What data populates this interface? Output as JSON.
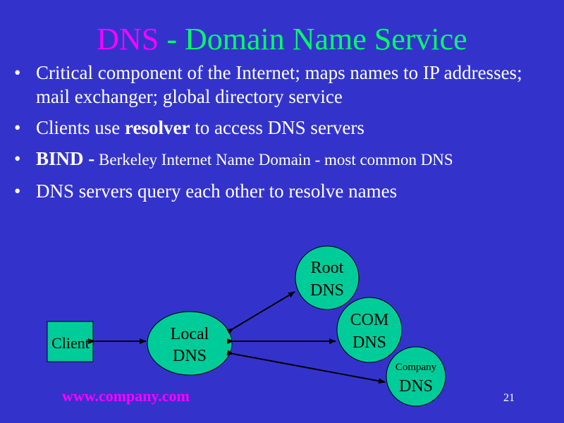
{
  "title": {
    "part1": "DNS",
    "part2": "- Domain Name Service"
  },
  "bullets": [
    {
      "text": "Critical component of the Internet; maps names to IP addresses; mail exchanger; global directory service"
    },
    {
      "pre": "Clients use ",
      "bold": "resolver",
      "post": " to access DNS servers"
    },
    {
      "bold": "BIND -",
      "small": " Berkeley Internet Name Domain - most common DNS"
    },
    {
      "text": "DNS servers query each other to resolve names"
    }
  ],
  "bullet_symbol": "•",
  "diagram": {
    "client": "Client",
    "local_dns": {
      "line1": "Local",
      "line2": "DNS"
    },
    "root_dns": {
      "line1": "Root",
      "line2": "DNS"
    },
    "com_dns": {
      "line1": "COM",
      "line2": "DNS"
    },
    "company_dns": {
      "line1": "Company",
      "line2": "DNS"
    },
    "node_color": "#00cc99"
  },
  "footer": {
    "url": "www.company.com",
    "page_number": "21"
  }
}
